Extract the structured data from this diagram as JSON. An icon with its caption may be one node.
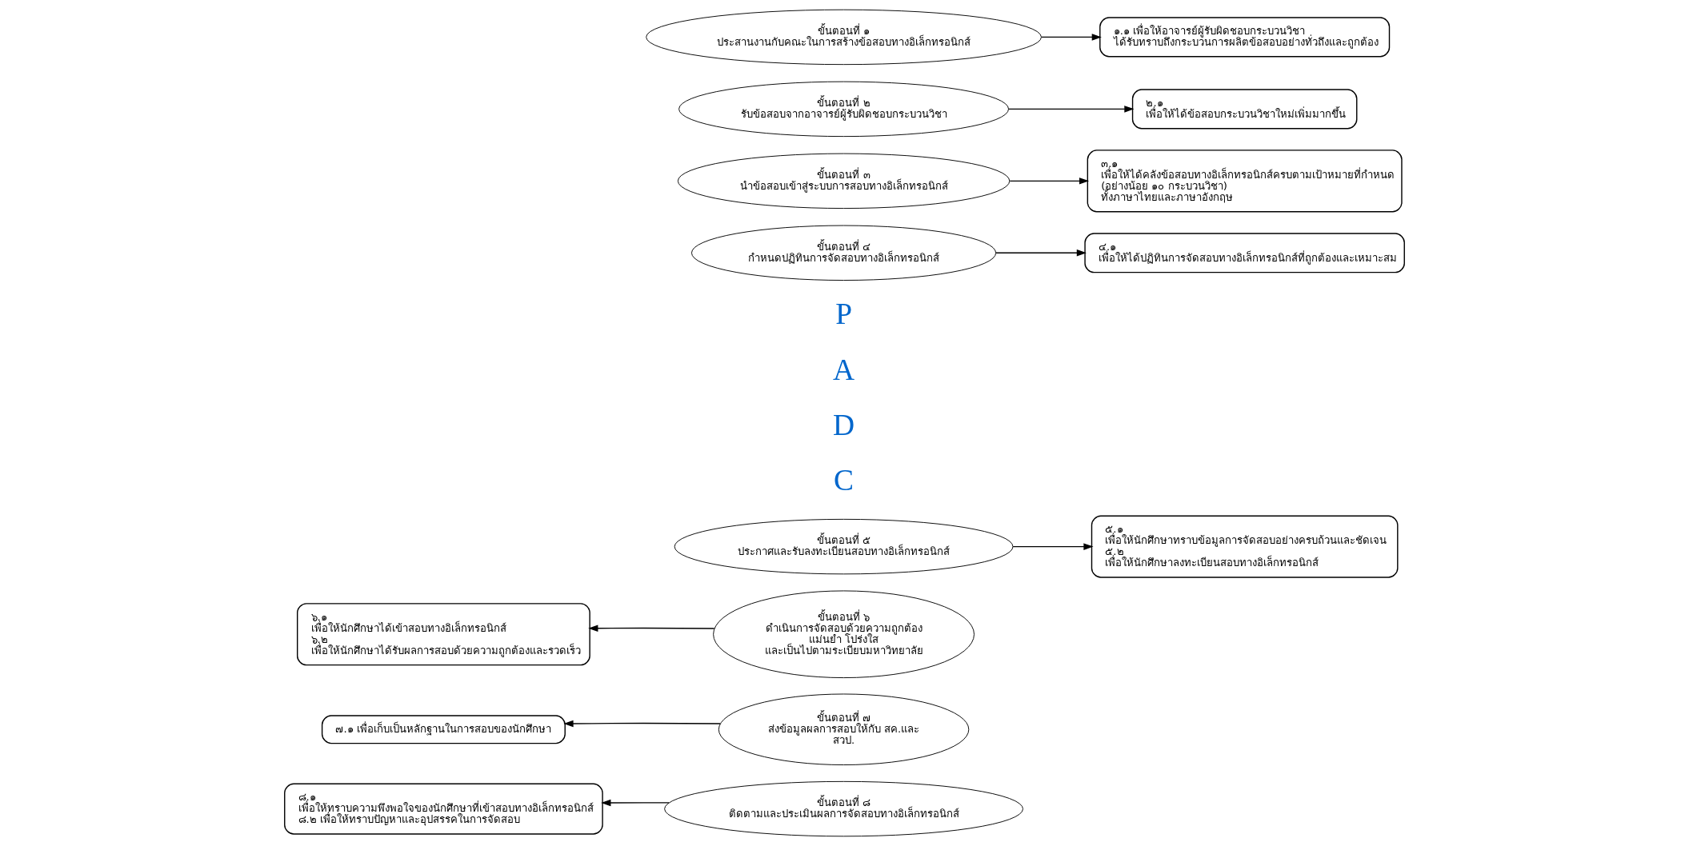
{
  "diagram": {
    "nodes": [
      {
        "text": [
          "ขั้นตอนที่ ๑",
          "ประสานงานกับคณะในการสร้างข้อสอบทางอิเล็กทรอนิกส์"
        ]
      },
      {
        "text": [
          "๑.๑ เพื่อให้อาจารย์ผู้รับผิดชอบกระบวนวิชา ได้รับทราบถึงกระบวนการผลิตข้อสอบอย่างทั่วถึงและถูกต้อง"
        ]
      },
      {
        "text": [
          "ขั้นตอนที่ ๒",
          "รับข้อสอบจากอาจารย์ผู้รับผิดชอบกระบวนวิชา"
        ]
      },
      {
        "text": [
          "๒.๑ เพื่อให้ได้ข้อสอบกระบวนวิชาใหม่เพิ่มมากขึ้น"
        ]
      },
      {
        "text": [
          "ขั้นตอนที่ ๓",
          "นำข้อสอบเข้าสู่ระบบการสอบทางอิเล็กทรอนิกส์"
        ]
      },
      {
        "text": [
          "๓.๑ เพื่อให้ได้คลังข้อสอบทางอิเล็กทรอนิกส์ครบตามเป้าหมายที่กำหนด (อย่างน้อย ๑๐ กระบวนวิชา) ทั้งภาษาไทยและภาษาอังกฤษ"
        ]
      },
      {
        "text": [
          "ขั้นตอนที่ ๔",
          "กำหนดปฏิทินการจัดสอบทางอิเล็กทรอนิกส์"
        ]
      },
      {
        "text": [
          "๔.๑ เพื่อให้ได้ปฏิทินการจัดสอบทางอิเล็กทรอนิกส์ที่ถูกต้องและเหมาะสม"
        ]
      },
      {
        "text": [
          "ขั้นตอนที่ ๕",
          "ประกาศและรับลงทะเบียนสอบทางอิเล็กทรอนิกส์"
        ]
      },
      {
        "text": [
          "๕.๑ เพื่อให้นักศึกษาทราบข้อมูลการจัดสอบอย่างครบถ้วนและชัดเจน",
          "๕.๒ เพื่อให้นักศึกษาลงทะเบียนสอบทางอิเล็กทรอนิกส์"
        ]
      },
      {
        "text": [
          "ขั้นตอนที่ ๖",
          "ดำเนินการจัดสอบด้วยความถูกต้อง แม่นยำ โปร่งใส และเป็นไปตามระเบียบมหาวิทยาลัย"
        ]
      },
      {
        "text": [
          "๖.๑ เพื่อให้นักศึกษาได้เข้าสอบทางอิเล็กทรอนิกส์",
          "๖.๒ เพื่อให้นักศึกษาได้รับผลการสอบด้วยความถูกต้องและรวดเร็ว"
        ]
      },
      {
        "text": [
          "ขั้นตอนที่ ๗",
          "ส่งข้อมูลผลการสอบให้กับ สค.และ สวป."
        ]
      },
      {
        "text": [
          "๗.๑ เพื่อเก็บเป็นหลักฐานในการสอบของนักศึกษา"
        ]
      },
      {
        "text": [
          "ขั้นตอนที่ ๘",
          "ติดตามและประเมินผลการจัดสอบทางอิเล็กทรอนิกส์"
        ]
      },
      {
        "text": [
          "๘.๑ เพื่อให้ทราบความพึงพอใจของนักศึกษาที่เข้าสอบทางอิเล็กทรอนิกส์",
          "๘.๒ เพื่อให้ทราบปัญหาและอุปสรรคในการจัดสอบ"
        ]
      }
    ],
    "edges": [
      {
        "from": 0,
        "to": 1,
        "arrow": "to"
      },
      {
        "from": 2,
        "to": 3,
        "arrow": "to"
      },
      {
        "from": 4,
        "to": 5,
        "arrow": "to"
      },
      {
        "from": 6,
        "to": 7,
        "arrow": "to"
      },
      {
        "from": 8,
        "to": 9,
        "arrow": "to"
      },
      {
        "from": 10,
        "to": 11,
        "arrow": "to"
      },
      {
        "from": 12,
        "to": 13,
        "arrow": "to"
      },
      {
        "from": 14,
        "to": 15,
        "arrow": "to"
      }
    ],
    "labels": [
      "P",
      "A",
      "D",
      "C"
    ]
  }
}
